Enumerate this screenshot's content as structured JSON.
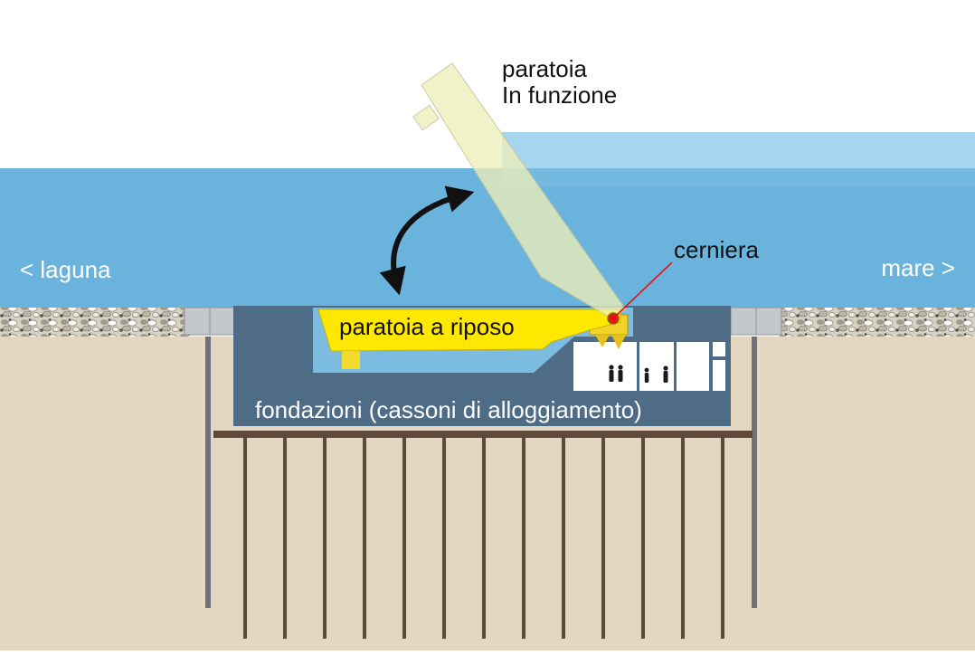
{
  "labels": {
    "gate_active_line1": "paratoia",
    "gate_active_line2": "In funzione",
    "hinge": "cerniera",
    "lagoon": "< laguna",
    "sea": "mare >",
    "gate_rest": "paratoia a riposo",
    "foundations": "fondazioni (cassoni di alloggiamento)"
  },
  "colors": {
    "sky": "#ffffff",
    "lagoon_water": "#6ab3dc",
    "sea_water_raised": "#a6d5f0",
    "sand": "#e4d7c1",
    "caisson": "#4f6c87",
    "gate_rest": "#ffe800",
    "gate_active": "#ecefb8",
    "hinge_marker": "#e5141a",
    "piles": "#5d4a3a",
    "sheet_piles": "#6e7278",
    "rubble": "#c9c3b6"
  },
  "icons": {
    "rotation_arrow": "curved-double-arrow-icon",
    "hinge": "hinge-dot-icon",
    "people": "person-icon"
  }
}
